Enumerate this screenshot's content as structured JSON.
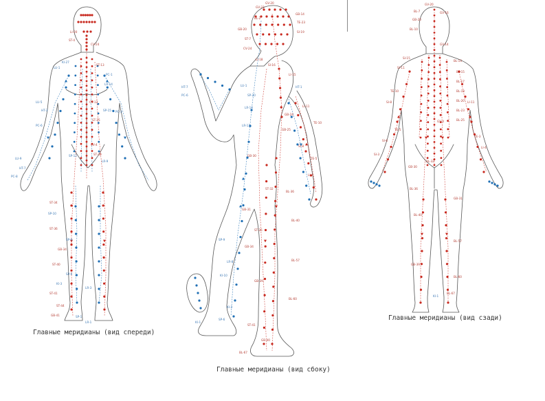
{
  "captions": {
    "front": "Главные меридианы (вид спереди)",
    "side": "Главные меридианы (вид сбоку)",
    "back": "Главные меридианы (вид сзади)"
  },
  "colors": {
    "red": "#c8281e",
    "blue": "#1e6eb4",
    "yellow": "#c8a832",
    "outline": "#555555",
    "label_red": "#b43c32",
    "label_blue": "#3c78b4"
  },
  "figures": {
    "front": {
      "labels": [
        {
          "t": "LI-20",
          "c": "red"
        },
        {
          "t": "ST-4",
          "c": "red"
        },
        {
          "t": "CV-24",
          "c": "red"
        },
        {
          "t": "KI-27",
          "c": "blue"
        },
        {
          "t": "LU-1",
          "c": "blue"
        },
        {
          "t": "ST-13",
          "c": "red"
        },
        {
          "t": "PC-1",
          "c": "blue"
        },
        {
          "t": "LR-14",
          "c": "blue"
        },
        {
          "t": "CV-12",
          "c": "red"
        },
        {
          "t": "SP-15",
          "c": "blue"
        },
        {
          "t": "ST-25",
          "c": "red"
        },
        {
          "t": "PC-3",
          "c": "blue"
        },
        {
          "t": "LU-5",
          "c": "blue"
        },
        {
          "t": "HT-3",
          "c": "blue"
        },
        {
          "t": "PC-6",
          "c": "blue"
        },
        {
          "t": "LU-9",
          "c": "blue"
        },
        {
          "t": "HT-7",
          "c": "blue"
        },
        {
          "t": "PC-8",
          "c": "blue"
        },
        {
          "t": "CV-4",
          "c": "red"
        },
        {
          "t": "ST-30",
          "c": "red"
        },
        {
          "t": "SP-12",
          "c": "blue"
        },
        {
          "t": "LR-9",
          "c": "blue"
        },
        {
          "t": "ST-34",
          "c": "red"
        },
        {
          "t": "SP-10",
          "c": "blue"
        },
        {
          "t": "ST-36",
          "c": "red"
        },
        {
          "t": "SP-9",
          "c": "blue"
        },
        {
          "t": "GB-34",
          "c": "red"
        },
        {
          "t": "ST-40",
          "c": "red"
        },
        {
          "t": "SP-6",
          "c": "blue"
        },
        {
          "t": "KI-3",
          "c": "blue"
        },
        {
          "t": "LR-3",
          "c": "blue"
        },
        {
          "t": "ST-41",
          "c": "red"
        },
        {
          "t": "ST-44",
          "c": "red"
        },
        {
          "t": "GB-41",
          "c": "red"
        },
        {
          "t": "SP-1",
          "c": "blue"
        },
        {
          "t": "LR-1",
          "c": "blue"
        }
      ]
    },
    "side": {
      "labels": [
        {
          "t": "GV-20",
          "c": "red"
        },
        {
          "t": "GV-23",
          "c": "red"
        },
        {
          "t": "BL-2",
          "c": "red"
        },
        {
          "t": "GB-14",
          "c": "red"
        },
        {
          "t": "TE-23",
          "c": "red"
        },
        {
          "t": "SI-19",
          "c": "red"
        },
        {
          "t": "GB-20",
          "c": "red"
        },
        {
          "t": "ST-7",
          "c": "red"
        },
        {
          "t": "CV-24",
          "c": "red"
        },
        {
          "t": "LI-18",
          "c": "red"
        },
        {
          "t": "SI-16",
          "c": "red"
        },
        {
          "t": "LI-15",
          "c": "red"
        },
        {
          "t": "HT-1",
          "c": "blue"
        },
        {
          "t": "LU-1",
          "c": "blue"
        },
        {
          "t": "SP-20",
          "c": "blue"
        },
        {
          "t": "LR-14",
          "c": "blue"
        },
        {
          "t": "GB-24",
          "c": "red"
        },
        {
          "t": "LR-13",
          "c": "blue"
        },
        {
          "t": "GB-25",
          "c": "red"
        },
        {
          "t": "LI-11",
          "c": "red"
        },
        {
          "t": "TE-10",
          "c": "red"
        },
        {
          "t": "SI-8",
          "c": "red"
        },
        {
          "t": "TE-5",
          "c": "red"
        },
        {
          "t": "LI-4",
          "c": "red"
        },
        {
          "t": "HT-7",
          "c": "blue"
        },
        {
          "t": "PC-6",
          "c": "blue"
        },
        {
          "t": "GB-30",
          "c": "red"
        },
        {
          "t": "BL-36",
          "c": "red"
        },
        {
          "t": "ST-32",
          "c": "red"
        },
        {
          "t": "GB-31",
          "c": "red"
        },
        {
          "t": "BL-40",
          "c": "red"
        },
        {
          "t": "ST-36",
          "c": "red"
        },
        {
          "t": "GB-34",
          "c": "red"
        },
        {
          "t": "SP-9",
          "c": "blue"
        },
        {
          "t": "LR-8",
          "c": "blue"
        },
        {
          "t": "KI-10",
          "c": "blue"
        },
        {
          "t": "BL-57",
          "c": "red"
        },
        {
          "t": "GB-39",
          "c": "red"
        },
        {
          "t": "BL-60",
          "c": "red"
        },
        {
          "t": "KI-3",
          "c": "blue"
        },
        {
          "t": "SP-6",
          "c": "blue"
        },
        {
          "t": "KI-1",
          "c": "blue"
        },
        {
          "t": "ST-41",
          "c": "red"
        },
        {
          "t": "GB-40",
          "c": "red"
        },
        {
          "t": "BL-67",
          "c": "red"
        }
      ]
    },
    "back": {
      "labels": [
        {
          "t": "GV-20",
          "c": "red"
        },
        {
          "t": "BL-7",
          "c": "red"
        },
        {
          "t": "GB-20",
          "c": "red"
        },
        {
          "t": "GV-16",
          "c": "red"
        },
        {
          "t": "BL-10",
          "c": "red"
        },
        {
          "t": "GV-14",
          "c": "red"
        },
        {
          "t": "SI-15",
          "c": "red"
        },
        {
          "t": "BL-13",
          "c": "red"
        },
        {
          "t": "SI-11",
          "c": "red"
        },
        {
          "t": "BL-15",
          "c": "red"
        },
        {
          "t": "BL-17",
          "c": "red"
        },
        {
          "t": "BL-18",
          "c": "red"
        },
        {
          "t": "BL-20",
          "c": "red"
        },
        {
          "t": "BL-23",
          "c": "red"
        },
        {
          "t": "GV-4",
          "c": "red"
        },
        {
          "t": "BL-25",
          "c": "red"
        },
        {
          "t": "TE-10",
          "c": "red"
        },
        {
          "t": "SI-8",
          "c": "red"
        },
        {
          "t": "LI-11",
          "c": "red"
        },
        {
          "t": "TE-5",
          "c": "red"
        },
        {
          "t": "SI-6",
          "c": "red"
        },
        {
          "t": "SI-3",
          "c": "red"
        },
        {
          "t": "TE-3",
          "c": "red"
        },
        {
          "t": "LI-4",
          "c": "red"
        },
        {
          "t": "BL-32",
          "c": "red"
        },
        {
          "t": "GB-30",
          "c": "red"
        },
        {
          "t": "BL-36",
          "c": "red"
        },
        {
          "t": "GB-31",
          "c": "red"
        },
        {
          "t": "BL-40",
          "c": "red"
        },
        {
          "t": "BL-57",
          "c": "red"
        },
        {
          "t": "GB-39",
          "c": "red"
        },
        {
          "t": "BL-60",
          "c": "red"
        },
        {
          "t": "KI-1",
          "c": "blue"
        },
        {
          "t": "BL-67",
          "c": "red"
        }
      ]
    }
  }
}
